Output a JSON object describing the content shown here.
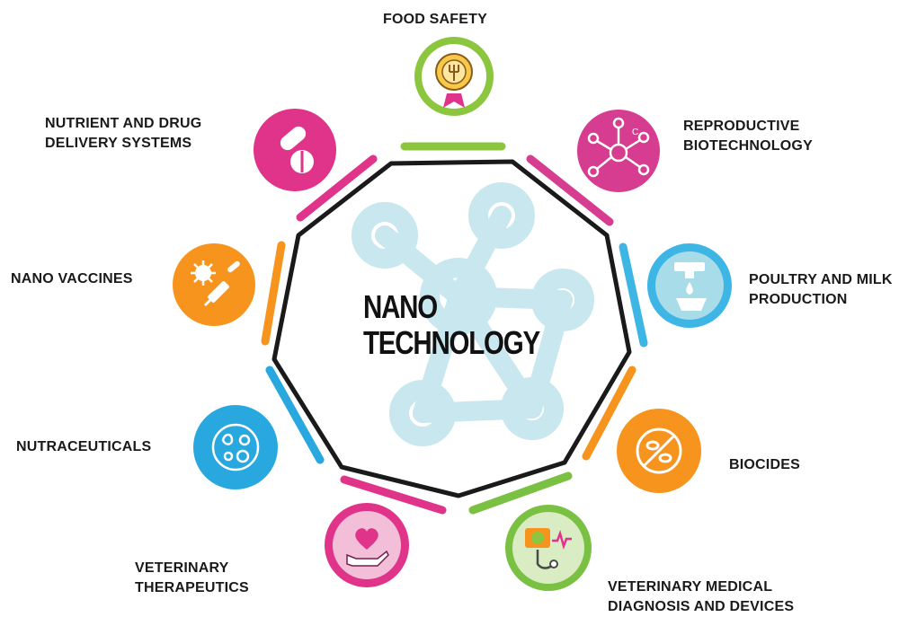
{
  "center_title": {
    "line1": "NANO",
    "line2": "TECHNOLOGY"
  },
  "nodes": [
    {
      "id": "food-safety",
      "lines": [
        "FOOD SAFETY"
      ],
      "color": "#8cc63f",
      "icon": "award-badge-icon"
    },
    {
      "id": "reproductive-biotechnology",
      "lines": [
        "REPRODUCTIVE",
        "BIOTECHNOLOGY"
      ],
      "color": "#d63c8f",
      "icon": "molecule-icon"
    },
    {
      "id": "poultry-milk-production",
      "lines": [
        "POULTRY AND MILK",
        "PRODUCTION"
      ],
      "color": "#3db6e6",
      "icon": "milk-drop-icon"
    },
    {
      "id": "biocides",
      "lines": [
        "BIOCIDES"
      ],
      "color": "#f7941d",
      "icon": "no-bacteria-icon"
    },
    {
      "id": "veterinary-medical-devices",
      "lines": [
        "VETERINARY MEDICAL",
        "DIAGNOSIS AND DEVICES"
      ],
      "color": "#7ac143",
      "icon": "medical-device-icon"
    },
    {
      "id": "veterinary-therapeutics",
      "lines": [
        "VETERINARY",
        "THERAPEUTICS"
      ],
      "color": "#e0338a",
      "icon": "heart-hand-icon"
    },
    {
      "id": "nutraceuticals",
      "lines": [
        "NUTRACEUTICALS"
      ],
      "color": "#29a8e0",
      "icon": "nutrients-icon"
    },
    {
      "id": "nano-vaccines",
      "lines": [
        "NANO VACCINES"
      ],
      "color": "#f7941d",
      "icon": "virus-syringe-icon"
    },
    {
      "id": "nutrient-drug-delivery",
      "lines": [
        "NUTRIENT AND DRUG",
        "DELIVERY SYSTEMS"
      ],
      "color": "#e0338a",
      "icon": "pills-icon"
    }
  ],
  "colors": {
    "polygon_stroke": "#1a1a1a",
    "watermark": "#c9e7ee",
    "label_text": "#1a1a1a"
  }
}
